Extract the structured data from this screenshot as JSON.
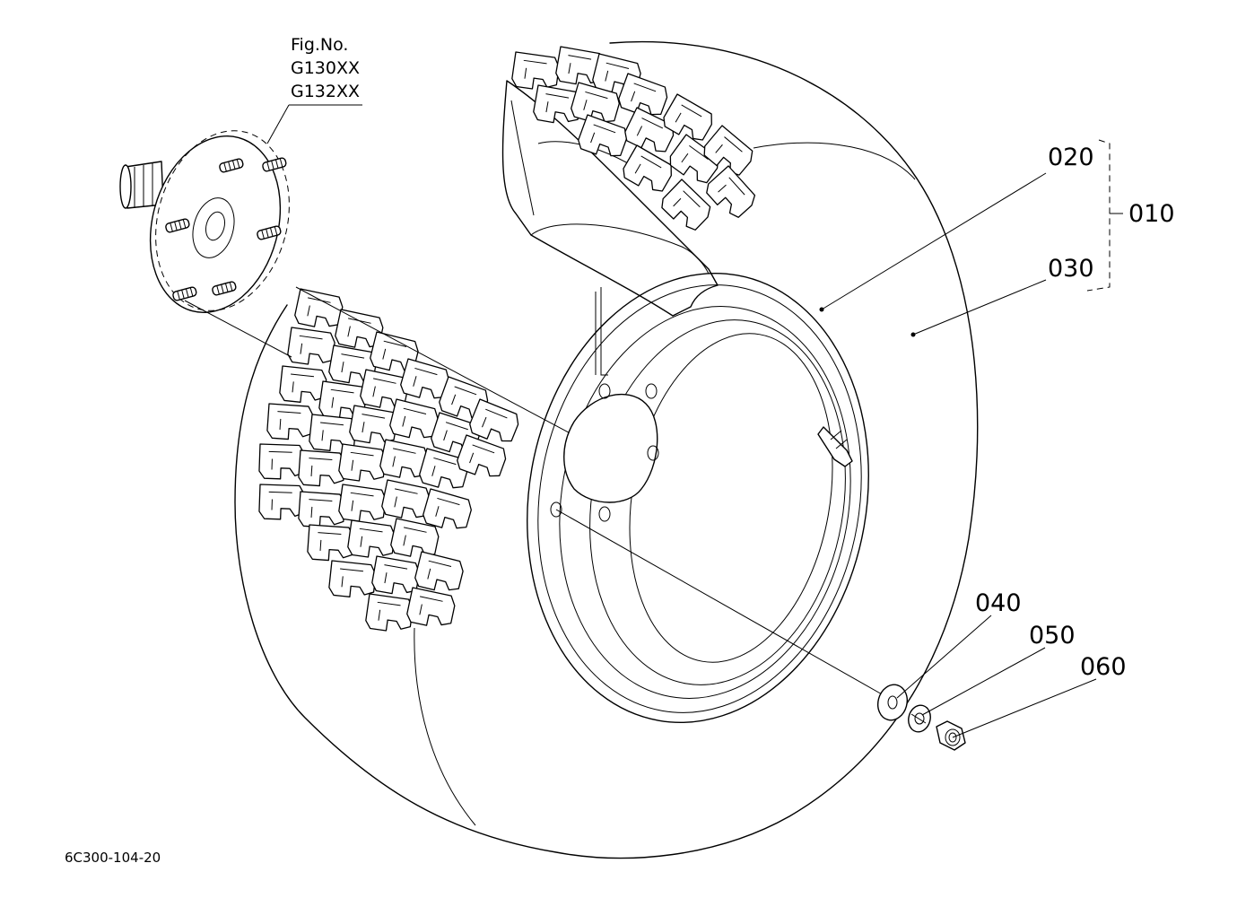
{
  "figure": {
    "label": "Fig.No.",
    "numbers": [
      "G130XX",
      "G132XX"
    ]
  },
  "parts": {
    "p010": "010",
    "p020": "020",
    "p030": "030",
    "p040": "040",
    "p050": "050",
    "p060": "060"
  },
  "drawing_code": "6C300-104-20"
}
